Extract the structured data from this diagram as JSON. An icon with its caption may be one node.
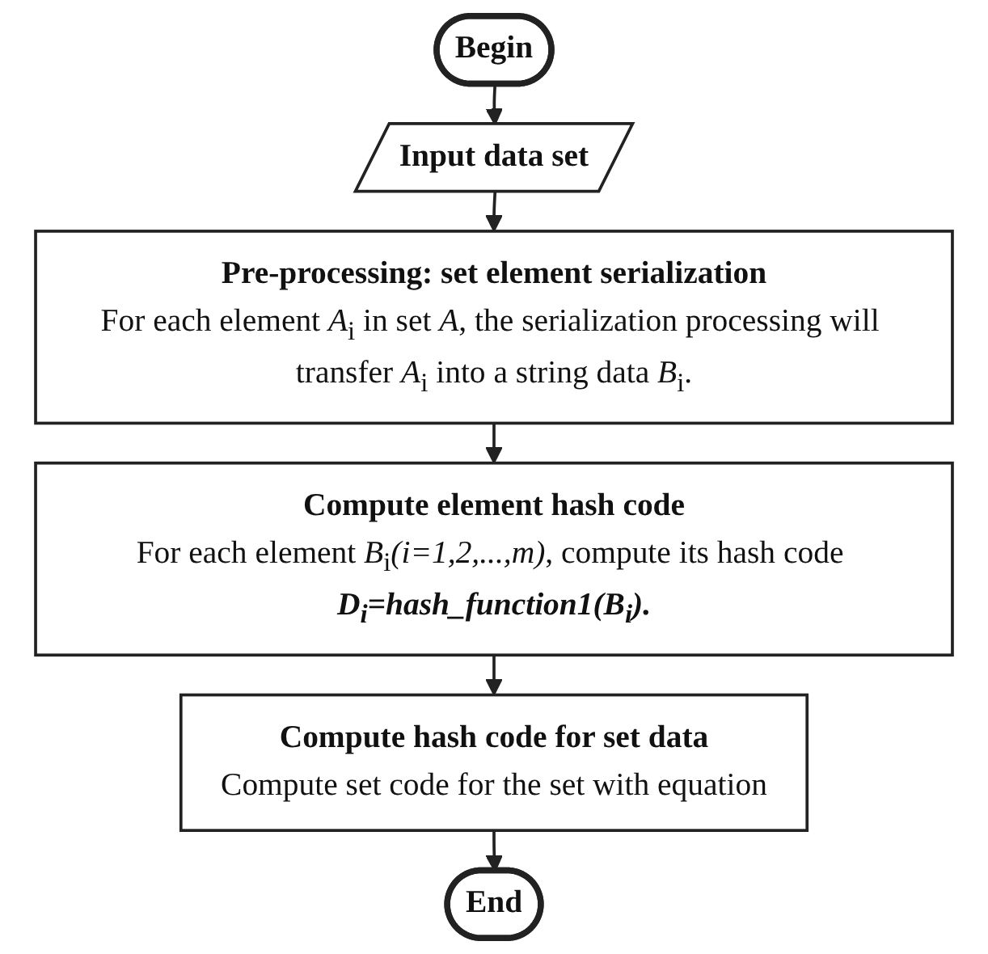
{
  "diagram": {
    "nodes": [
      {
        "text": [
          "Begin"
        ]
      },
      {
        "text": [
          "Input data set"
        ]
      },
      {
        "text": [
          "Pre-processing: set element serialization",
          "For each element *A*$_{i}$ in set *A*, the serialization processing will transfer *A*$_{i}$ into a string data *B*$_{i}$."
        ]
      },
      {
        "text": [
          "Compute element hash code",
          "For each element *B*$_{i}$*(i=1,2,...,m)*, compute its hash code **D$_{i}$=hash_function1(B$_{i}$).**"
        ]
      },
      {
        "text": [
          "Compute hash code for set data",
          "Compute set code for the set with equation"
        ]
      },
      {
        "text": [
          "End"
        ]
      }
    ],
    "edges": [
      {
        "from": 0,
        "to": 1,
        "arrow": "to"
      },
      {
        "from": 1,
        "to": 2,
        "arrow": "to"
      },
      {
        "from": 2,
        "to": 3,
        "arrow": "to"
      },
      {
        "from": 3,
        "to": 4,
        "arrow": "to"
      },
      {
        "from": 4,
        "to": 5,
        "arrow": "to"
      }
    ]
  }
}
